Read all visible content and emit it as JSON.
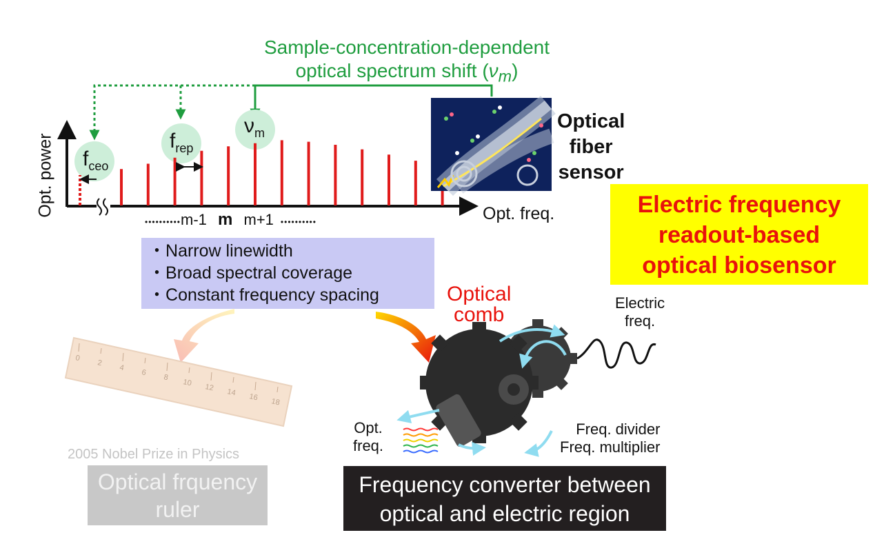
{
  "top_caption": {
    "line1": "Sample-concentration-dependent",
    "line2_prefix": "optical spectrum shift (",
    "line2_symbol": "ν",
    "line2_sub": "m",
    "line2_suffix": ")"
  },
  "spectrum": {
    "y_axis_label": "Opt. power",
    "x_axis_label": "Opt. freq.",
    "mode_dots_left": "••••••••••",
    "mode_label_left": "m-1",
    "mode_label_center": "m",
    "mode_label_right": "m+1",
    "mode_dots_right": "••••••••••",
    "fceo": {
      "main": "f",
      "sub": "ceo"
    },
    "frep": {
      "main": "f",
      "sub": "rep"
    },
    "num": {
      "main": "ν",
      "sub": "m"
    },
    "line_relative_heights": [
      0.48,
      0.55,
      0.63,
      0.72,
      0.78,
      0.82,
      0.86,
      0.84,
      0.8,
      0.74,
      0.67,
      0.59,
      0.52
    ],
    "colors": {
      "comb_line": "#e01b1b",
      "highlight_green": "#1f9d3f",
      "circle_fill": "#cdeed9"
    }
  },
  "fiber": {
    "label_line1": "Optical",
    "label_line2": "fiber",
    "label_line3": "sensor"
  },
  "yellow_box": {
    "line1": "Electric frequency",
    "line2": "readout-based",
    "line3": "optical biosensor",
    "bg_color": "#ffff00",
    "text_color": "#e8120c"
  },
  "features": [
    "Narrow linewidth",
    "Broad spectral coverage",
    "Constant frequency spacing"
  ],
  "ruler": {
    "nobel": "2005 Nobel Prize in Physics",
    "box_line1": "Optical frquency",
    "box_line2": "ruler",
    "tick_numbers": [
      "0",
      "2",
      "4",
      "6",
      "8",
      "10",
      "12",
      "14",
      "16",
      "18"
    ]
  },
  "gears": {
    "comb_line1": "Optical",
    "comb_line2": "comb",
    "electric_line1": "Electric",
    "electric_line2": "freq.",
    "opt_line1": "Opt.",
    "opt_line2": "freq.",
    "divider": "Freq. divider",
    "multiplier": "Freq. multiplier"
  },
  "converter_box": {
    "line1": "Frequency converter between",
    "line2": "optical and electric region"
  }
}
